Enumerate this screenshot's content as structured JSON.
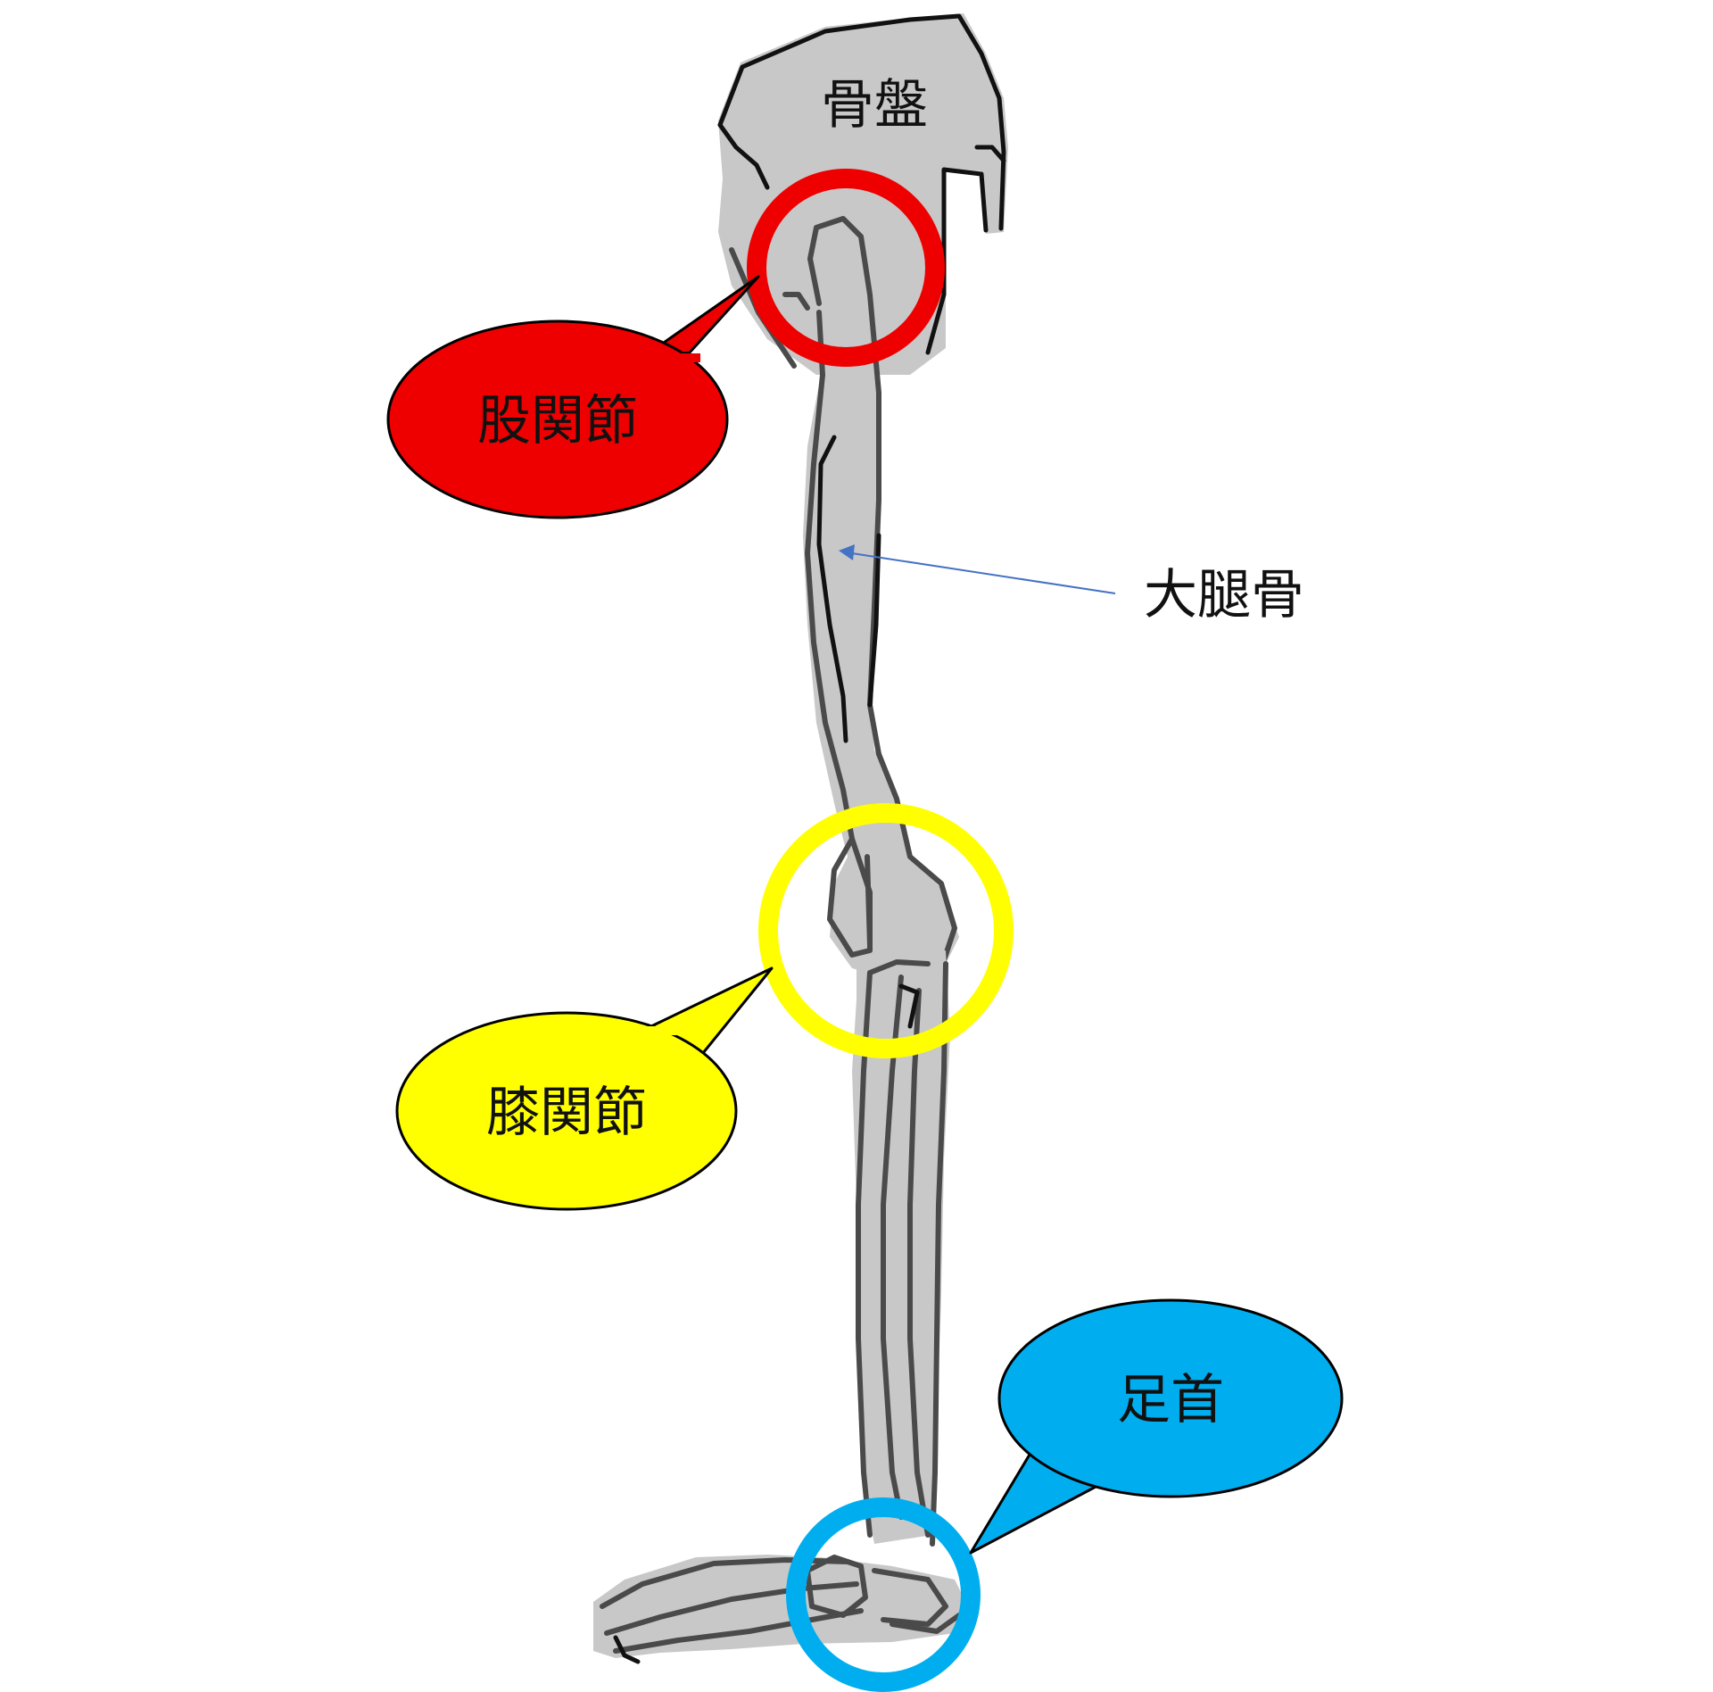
{
  "labels": {
    "pelvis": "骨盤",
    "hip_joint": "股関節",
    "femur": "大腿骨",
    "knee_joint": "膝関節",
    "ankle": "足首"
  },
  "colors": {
    "hip": "#ee0000",
    "knee": "#ffff00",
    "ankle": "#00aeef",
    "bone_fill": "#c8c8c8",
    "bone_line": "#4a4a4a",
    "pointer_arrow": "#4472c4"
  }
}
